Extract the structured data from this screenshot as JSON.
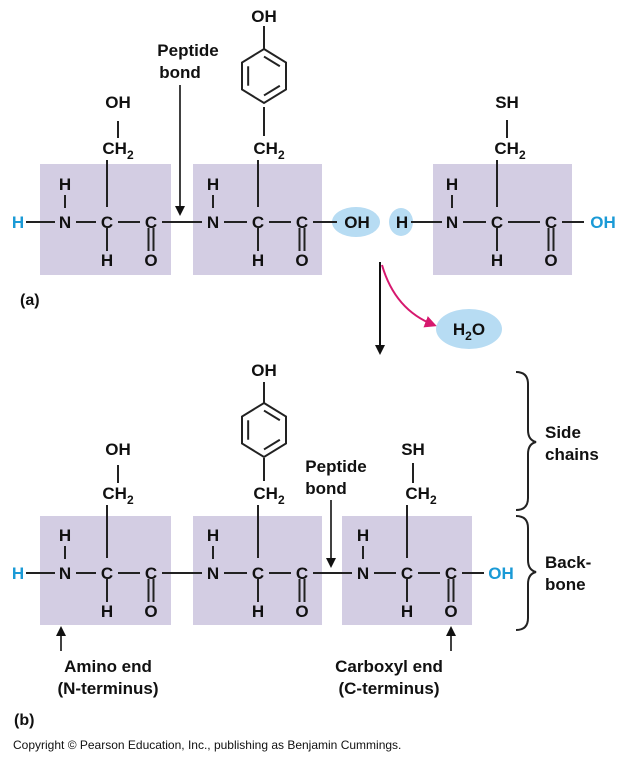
{
  "atoms": {
    "H": "H",
    "N": "N",
    "C": "C",
    "O": "O",
    "OH": "OH",
    "CH": "CH",
    "sub2": "2",
    "SH": "SH"
  },
  "labels": {
    "peptide_bond_line1": "Peptide",
    "peptide_bond_line2": "bond",
    "panel_a": "(a)",
    "panel_b": "(b)",
    "water_h": "H",
    "water_sub": "2",
    "water_o": "O",
    "side_chains_line1": "Side",
    "side_chains_line2": "chains",
    "backbone_line1": "Back-",
    "backbone_line2": "bone",
    "amino_end_line1": "Amino end",
    "amino_end_line2": "(N-terminus)",
    "carboxyl_end_line1": "Carboxyl end",
    "carboxyl_end_line2": "(C-terminus)"
  },
  "copyright": "Copyright © Pearson Education, Inc., publishing as Benjamin Cummings.",
  "colors": {
    "box": "#d3cde3",
    "highlight": "#b7dcf3",
    "blue_text": "#1a9ad6",
    "arrow_magenta": "#d6186e"
  }
}
